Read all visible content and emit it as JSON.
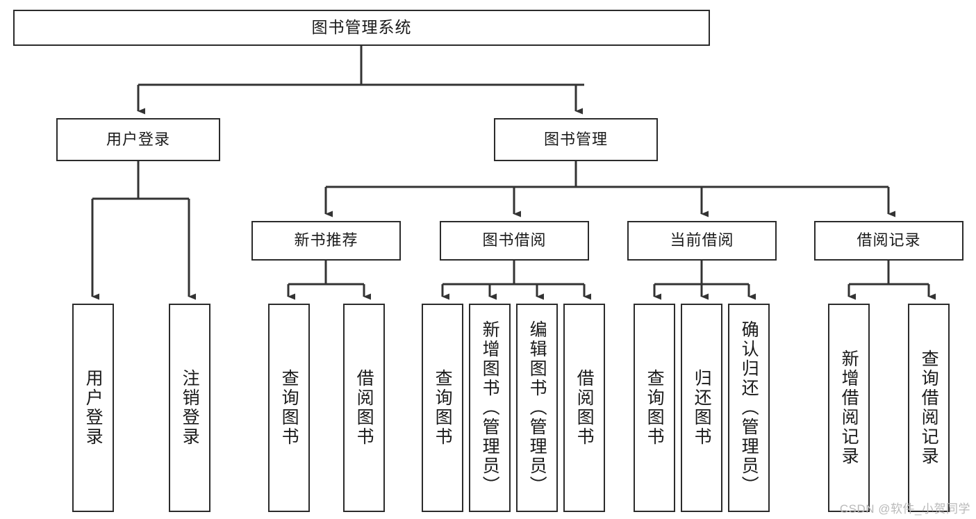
{
  "diagram": {
    "type": "tree-hierarchy",
    "title_node": {
      "id": "root",
      "label": "图书管理系统"
    },
    "level2": [
      {
        "id": "user-login",
        "label": "用户登录"
      },
      {
        "id": "book-manage",
        "label": "图书管理"
      }
    ],
    "level3": [
      {
        "id": "new-book-rec",
        "label": "新书推荐"
      },
      {
        "id": "book-borrow",
        "label": "图书借阅"
      },
      {
        "id": "current-borrow",
        "label": "当前借阅"
      },
      {
        "id": "borrow-record",
        "label": "借阅记录"
      }
    ],
    "leaves": {
      "user-login": [
        {
          "id": "leaf-user-login",
          "label": "用户登录"
        },
        {
          "id": "leaf-user-logout",
          "label": "注销登录"
        }
      ],
      "new-book-rec": [
        {
          "id": "leaf-query-book-1",
          "label": "查询图书"
        },
        {
          "id": "leaf-borrow-book-1",
          "label": "借阅图书"
        }
      ],
      "book-borrow": [
        {
          "id": "leaf-query-book-2",
          "label": "查询图书"
        },
        {
          "id": "leaf-add-book",
          "label": "新增图书（管理员）"
        },
        {
          "id": "leaf-edit-book",
          "label": "编辑图书（管理员）"
        },
        {
          "id": "leaf-borrow-book-2",
          "label": "借阅图书"
        }
      ],
      "current-borrow": [
        {
          "id": "leaf-query-book-3",
          "label": "查询图书"
        },
        {
          "id": "leaf-return-book",
          "label": "归还图书"
        },
        {
          "id": "leaf-confirm-return",
          "label": "确认归还（管理员）"
        }
      ],
      "borrow-record": [
        {
          "id": "leaf-add-record",
          "label": "新增借阅记录"
        },
        {
          "id": "leaf-query-record",
          "label": "查询借阅记录"
        }
      ]
    },
    "colors": {
      "box_border": "#2b2b2b",
      "box_fill": "#ffffff",
      "connector": "#333333",
      "text": "#1a1a1a",
      "watermark": "#b9b9b9"
    }
  },
  "watermark": {
    "text": "CSDN @软件_小贺同学"
  }
}
